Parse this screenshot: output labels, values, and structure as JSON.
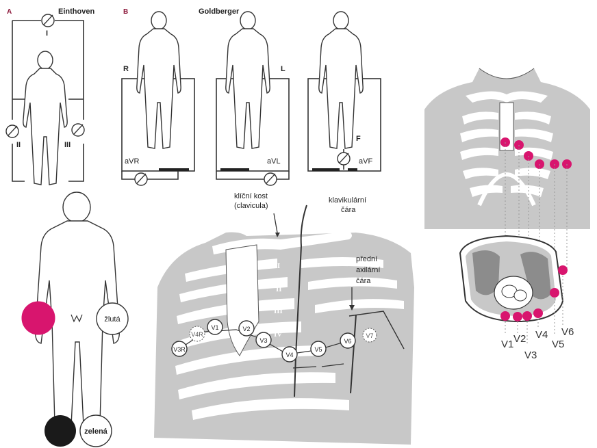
{
  "panel_a": {
    "letter": "A",
    "title": "Einthoven",
    "leads": [
      "I",
      "II",
      "III"
    ]
  },
  "panel_b": {
    "letter": "B",
    "title": "Goldberger",
    "limb_labels": [
      "R",
      "L",
      "F"
    ],
    "leads": [
      "aVR",
      "aVL",
      "aVF"
    ]
  },
  "limb_electrodes": {
    "yellow_label": "žlutá",
    "green_label": "zelená",
    "colors": {
      "red": "#d8156e",
      "black": "#1a1a1a",
      "yellow": "#ffffff",
      "green": "#ffffff"
    }
  },
  "chest": {
    "clavicle_label_1": "klíční kost",
    "clavicle_label_2": "(clavicula)",
    "midclavicular_label_1": "klavikulární",
    "midclavicular_label_2": "čára",
    "axillary_label_1": "přední",
    "axillary_label_2": "axilární",
    "axillary_label_3": "čára",
    "ribs": [
      "I",
      "II",
      "III",
      "IV"
    ],
    "electrodes": [
      "V1",
      "V2",
      "V3",
      "V4",
      "V5",
      "V6"
    ],
    "alt_electrodes": [
      "V3R",
      "V4R",
      "V7"
    ]
  },
  "cross_section": {
    "labels": [
      "V1",
      "V2",
      "V3",
      "V4",
      "V5",
      "V6"
    ],
    "electrode_color": "#d8156e"
  }
}
